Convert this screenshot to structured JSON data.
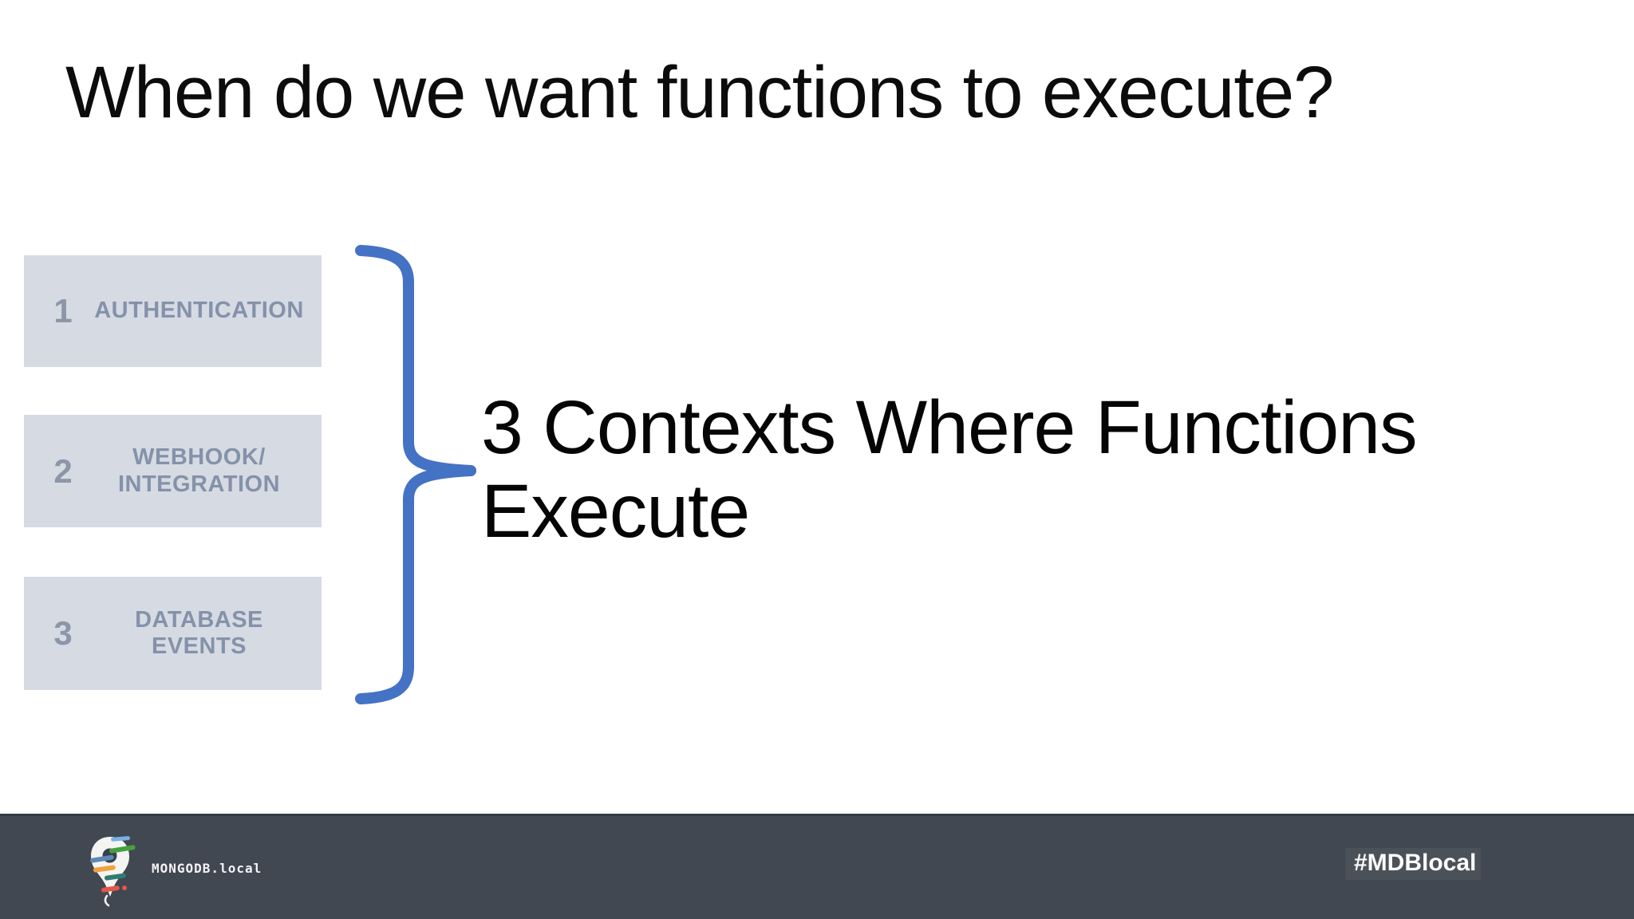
{
  "slide": {
    "title": "When do we want functions to execute?"
  },
  "main": {
    "caption": "3 Contexts Where Functions Execute"
  },
  "boxes": [
    {
      "number": "1",
      "label": "AUTHENTICATION"
    },
    {
      "number": "2",
      "label": "WEBHOOK/\nINTEGRATION"
    },
    {
      "number": "3",
      "label": "DATABASE EVENTS"
    }
  ],
  "footer": {
    "wordmark": "MONGODB.local",
    "hashtag": "#MDBlocal"
  },
  "colors": {
    "accent_blue": "#4472c4",
    "box_fill": "#d6dae3",
    "box_text": "#8492a9",
    "footer_bar": "#424851",
    "title_text": "#0c0c0c",
    "logo_green": "#44a13e",
    "logo_sky_blue": "#78b1e4",
    "logo_steel_blue": "#5c87b8",
    "logo_orange": "#efa23d",
    "logo_teal": "#2f7d72",
    "logo_red": "#e2574b"
  }
}
